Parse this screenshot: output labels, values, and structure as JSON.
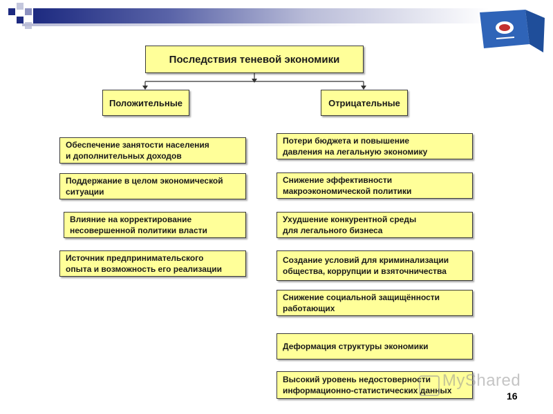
{
  "title": "Последствия теневой экономики",
  "positive": {
    "header": "Положительные",
    "items": [
      "Обеспечение занятости населения\nи дополнительных доходов",
      "Поддержание в целом экономической\nситуации",
      "Влияние на корректирование\nнесовершенной политики власти",
      "Источник предпринимательского\nопыта и возможность его реализации"
    ]
  },
  "negative": {
    "header": "Отрицательные",
    "items": [
      "Потери бюджета и повышение\nдавления на легальную экономику",
      "Снижение эффективности\nмакроэкономической политики",
      "Ухудшение конкурентной среды\nдля легального бизнеса",
      "Создание условий для криминализации\nобщества, коррупции и взяточничества",
      "Снижение социальной защищённости\nработающих",
      "Деформация структуры экономики",
      "Высокий уровень недостоверности\nинформационно-статистических данных"
    ]
  },
  "page_number": "16",
  "watermark": "MyShared",
  "colors": {
    "box_fill": "#ffff99",
    "banner_dark": "#1d2a80",
    "logo_blue": "#2f64b8"
  }
}
